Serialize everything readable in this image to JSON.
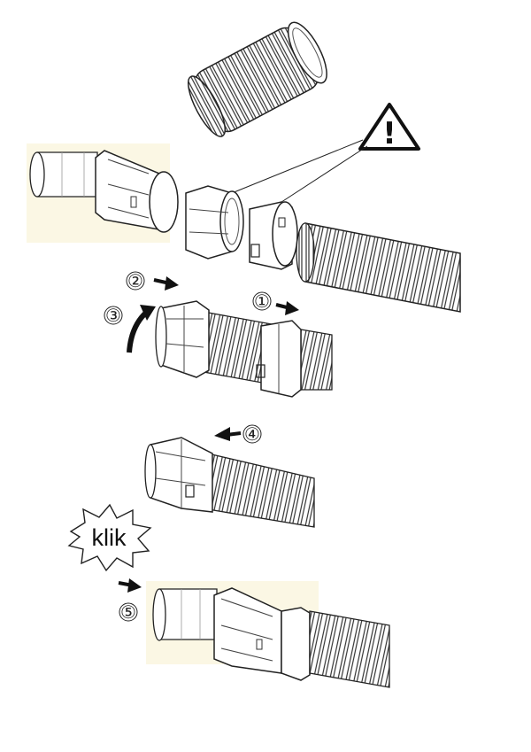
{
  "warning": {
    "symbol": "!"
  },
  "callout": {
    "text": "klik"
  },
  "steps": [
    {
      "number": "①"
    },
    {
      "number": "②"
    },
    {
      "number": "③"
    },
    {
      "number": "④"
    },
    {
      "number": "⑤"
    }
  ],
  "colors": {
    "line": "#222222",
    "tube_tint": "#fbf7e4",
    "background": "#ffffff"
  },
  "icons": [
    "warning-triangle-icon",
    "arrow-right-icon",
    "arrow-left-icon",
    "curved-rotate-arrow-icon",
    "starburst-icon"
  ]
}
